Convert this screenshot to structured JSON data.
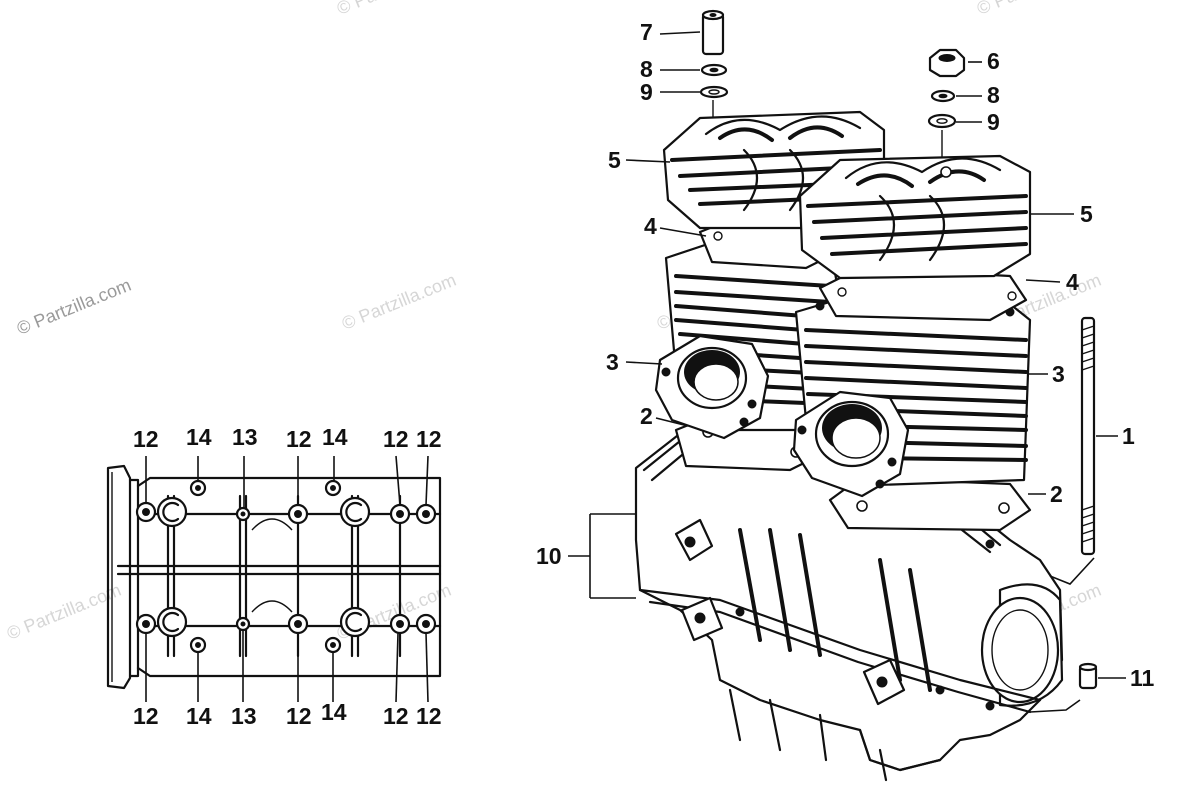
{
  "watermark": "© Partzilla.com",
  "callouts": [
    {
      "id": "left-top-12a",
      "text": "12"
    },
    {
      "id": "left-top-14a",
      "text": "14"
    },
    {
      "id": "left-top-13",
      "text": "13"
    },
    {
      "id": "left-top-12b",
      "text": "12"
    },
    {
      "id": "left-top-14b",
      "text": "14"
    },
    {
      "id": "left-top-12c",
      "text": "12"
    },
    {
      "id": "left-top-12d",
      "text": "12"
    },
    {
      "id": "left-bot-12a",
      "text": "12"
    },
    {
      "id": "left-bot-14a",
      "text": "14"
    },
    {
      "id": "left-bot-13",
      "text": "13"
    },
    {
      "id": "left-bot-12b",
      "text": "12"
    },
    {
      "id": "left-bot-14b",
      "text": "14"
    },
    {
      "id": "left-bot-12c",
      "text": "12"
    },
    {
      "id": "left-bot-12d",
      "text": "12"
    },
    {
      "id": "c7",
      "text": "7"
    },
    {
      "id": "c8a",
      "text": "8"
    },
    {
      "id": "c9a",
      "text": "9"
    },
    {
      "id": "c6",
      "text": "6"
    },
    {
      "id": "c8b",
      "text": "8"
    },
    {
      "id": "c9b",
      "text": "9"
    },
    {
      "id": "c5a",
      "text": "5"
    },
    {
      "id": "c5b",
      "text": "5"
    },
    {
      "id": "c4a",
      "text": "4"
    },
    {
      "id": "c4b",
      "text": "4"
    },
    {
      "id": "c3a",
      "text": "3"
    },
    {
      "id": "c3b",
      "text": "3"
    },
    {
      "id": "c2a",
      "text": "2"
    },
    {
      "id": "c2b",
      "text": "2"
    },
    {
      "id": "c1",
      "text": "1"
    },
    {
      "id": "c10",
      "text": "10"
    },
    {
      "id": "c11",
      "text": "11"
    }
  ]
}
